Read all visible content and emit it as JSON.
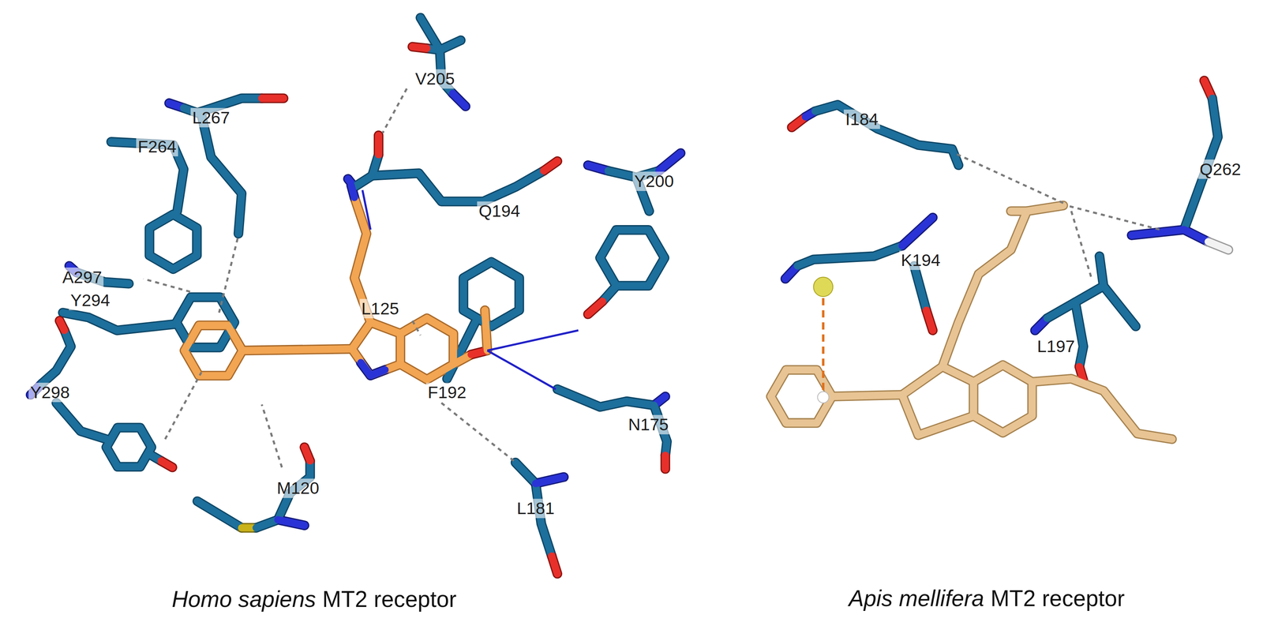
{
  "diagram": {
    "labels": [
      "V205",
      "L267",
      "F264",
      "A297",
      "Y294",
      "Q194",
      "Y200",
      "L125",
      "F192",
      "N175",
      "Y298",
      "M120",
      "L181",
      "I184",
      "Q262",
      "K194",
      "L197",
      "Homo sapiens",
      "MT2 receptor",
      "Apis mellifera",
      "MT2 receptor"
    ]
  }
}
